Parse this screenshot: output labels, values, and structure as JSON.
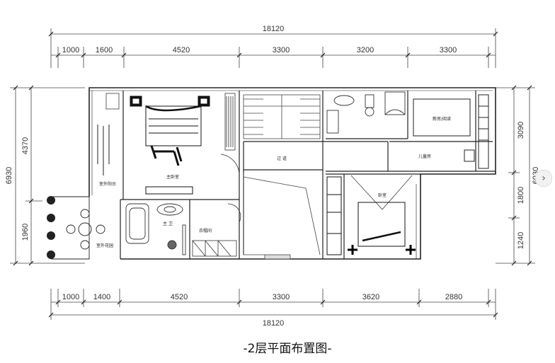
{
  "title": "-2层平面布置图-",
  "dimensions": {
    "top_total": "18120",
    "top_segments": [
      "1000",
      "1600",
      "4520",
      "3300",
      "3200",
      "3300"
    ],
    "bottom_total": "18120",
    "bottom_segments": [
      "1000",
      "1400",
      "4520",
      "3300",
      "3620",
      "2880"
    ],
    "left_outer": "6930",
    "left_inner": [
      "4370",
      "1960"
    ],
    "right_outer": "6930",
    "right_inner": [
      "3090",
      "1800",
      "1240"
    ]
  },
  "rooms": {
    "master_bedroom": "主卧室",
    "outdoor_balcony": "室外阳台",
    "outdoor_garden": "室外花园",
    "master_bath": "主 卫",
    "cloakroom": "衣帽间",
    "corridor": "过 道",
    "study": "新房/阅读",
    "kids_room": "儿童房",
    "bedroom": "卧室"
  },
  "next_arrow": "›"
}
